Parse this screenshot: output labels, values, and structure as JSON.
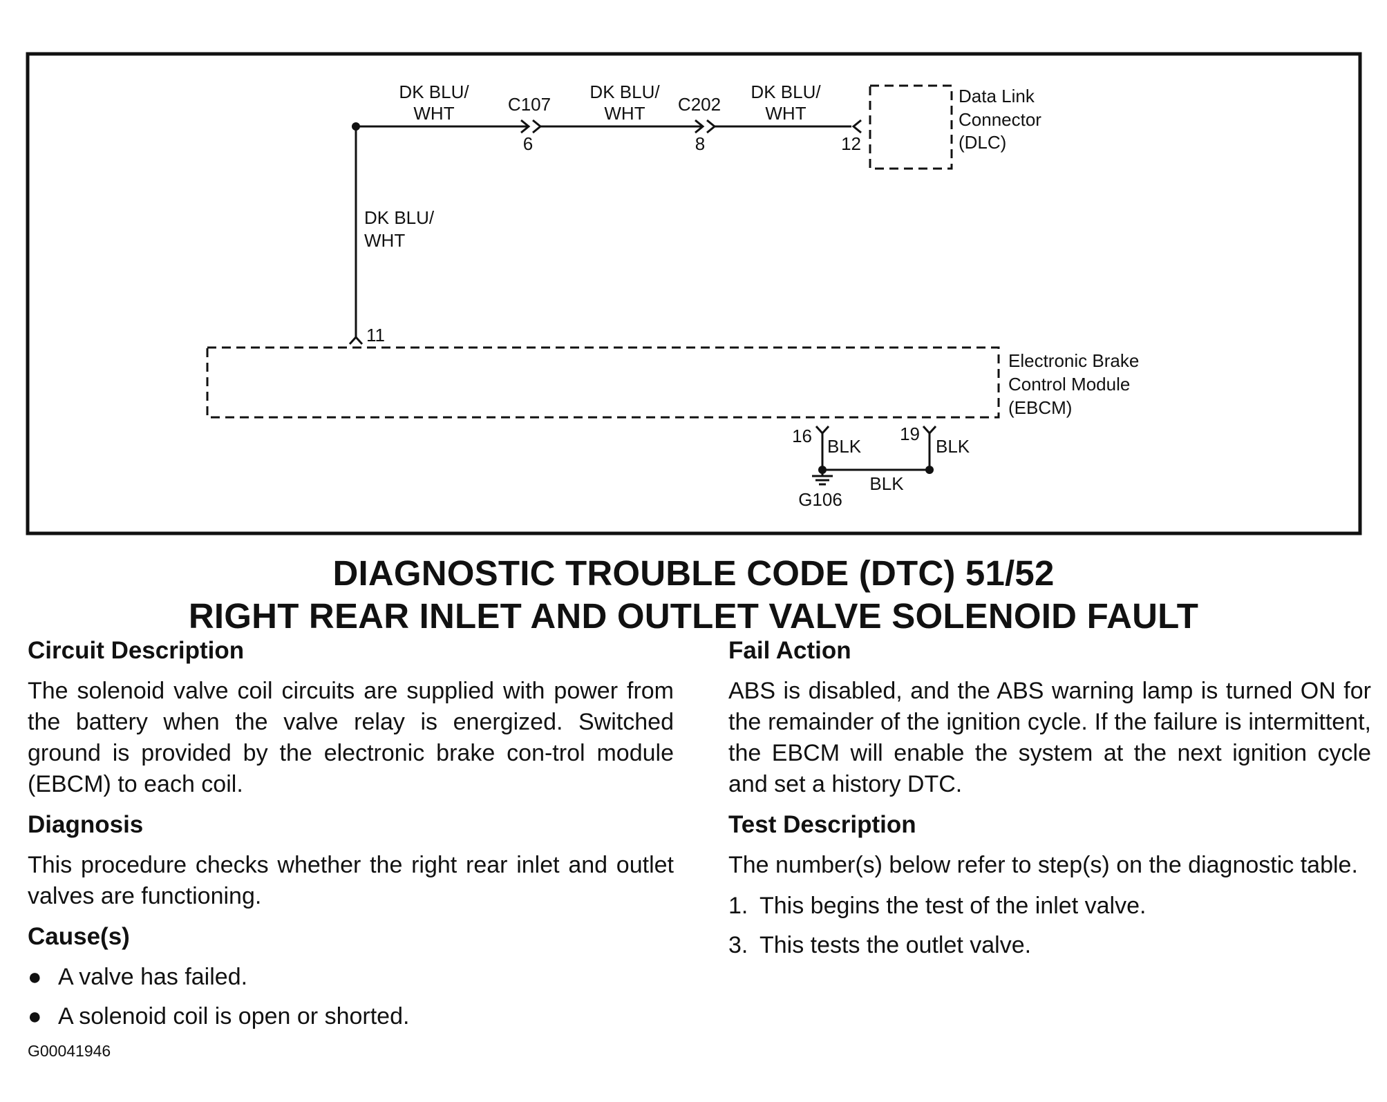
{
  "diagram": {
    "wire_color": "DK BLU/ WHT",
    "wire_line1": "DK BLU/",
    "wire_line2": "WHT",
    "connectors": [
      {
        "name": "C107",
        "pin": "6"
      },
      {
        "name": "C202",
        "pin": "8"
      }
    ],
    "dlc": {
      "pin": "12",
      "line1": "Data Link",
      "line2": "Connector",
      "line3": "(DLC)"
    },
    "ebcm": {
      "pin_in": "11",
      "line1": "Electronic Brake",
      "line2": "Control Module",
      "line3": "(EBCM)",
      "ground_pins": [
        "16",
        "19"
      ]
    },
    "ground": {
      "wire": "BLK",
      "name": "G106"
    }
  },
  "title": {
    "line1": "DIAGNOSTIC TROUBLE CODE (DTC) 51/52",
    "line2": "RIGHT REAR INLET AND OUTLET VALVE SOLENOID FAULT"
  },
  "left": {
    "circuit_heading": "Circuit Description",
    "circuit_text": "The solenoid valve coil circuits are supplied with power from the battery when the valve relay is energized. Switched ground is provided by the electronic brake con-trol module (EBCM) to each coil.",
    "diagnosis_heading": "Diagnosis",
    "diagnosis_text": "This procedure checks whether the right rear inlet and outlet valves are functioning.",
    "causes_heading": "Cause(s)",
    "causes": [
      "A valve has failed.",
      "A solenoid coil is open or shorted."
    ]
  },
  "right": {
    "fail_heading": "Fail Action",
    "fail_text": "ABS is disabled, and the ABS warning lamp is turned ON for the remainder of the ignition cycle. If the failure is intermittent, the EBCM will enable the system at the next ignition cycle and set a history DTC.",
    "test_heading": "Test Description",
    "test_text": "The number(s) below refer to step(s) on the diagnostic table.",
    "steps": [
      {
        "num": "1.",
        "text": "This begins the test of the inlet valve."
      },
      {
        "num": "3.",
        "text": "This tests the outlet valve."
      }
    ]
  },
  "figure_id": "G00041946"
}
